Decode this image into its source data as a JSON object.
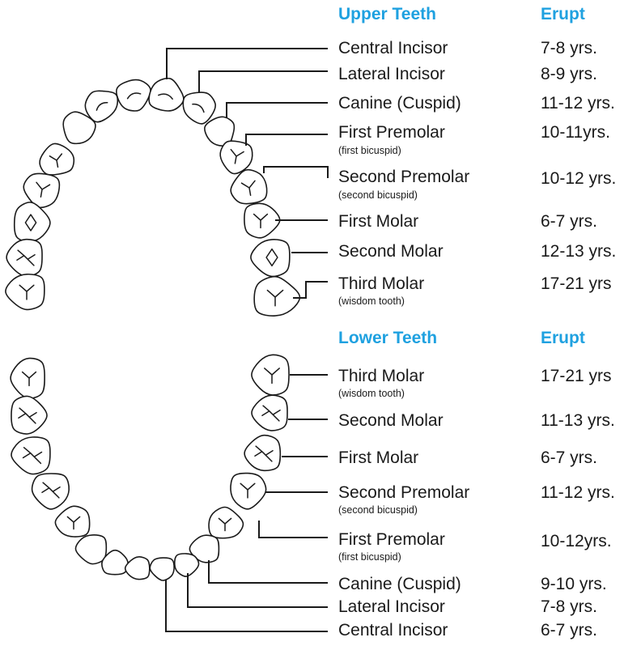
{
  "upper": {
    "heading": "Upper Teeth",
    "erupt_heading": "Erupt",
    "rows": [
      {
        "name": "Central Incisor",
        "note": "",
        "erupt": "7-8 yrs."
      },
      {
        "name": "Lateral Incisor",
        "note": "",
        "erupt": "8-9 yrs."
      },
      {
        "name": "Canine (Cuspid)",
        "note": "",
        "erupt": "11-12 yrs."
      },
      {
        "name": "First Premolar",
        "note": "(first bicuspid)",
        "erupt": "10-11yrs."
      },
      {
        "name": "Second Premolar",
        "note": "(second bicuspid)",
        "erupt": "10-12 yrs."
      },
      {
        "name": "First Molar",
        "note": "",
        "erupt": "6-7 yrs."
      },
      {
        "name": "Second Molar",
        "note": "",
        "erupt": "12-13 yrs."
      },
      {
        "name": "Third Molar",
        "note": "(wisdom tooth)",
        "erupt": "17-21 yrs"
      }
    ]
  },
  "lower": {
    "heading": "Lower Teeth",
    "erupt_heading": "Erupt",
    "rows": [
      {
        "name": "Third Molar",
        "note": "(wisdom tooth)",
        "erupt": "17-21 yrs"
      },
      {
        "name": "Second Molar",
        "note": "",
        "erupt": "11-13 yrs."
      },
      {
        "name": "First Molar",
        "note": "",
        "erupt": "6-7 yrs."
      },
      {
        "name": "Second Premolar",
        "note": "(second bicuspid)",
        "erupt": "11-12 yrs."
      },
      {
        "name": "First Premolar",
        "note": "(first bicuspid)",
        "erupt": "10-12yrs."
      },
      {
        "name": "Canine (Cuspid)",
        "note": "",
        "erupt": "9-10 yrs."
      },
      {
        "name": "Lateral Incisor",
        "note": "",
        "erupt": "7-8 yrs."
      },
      {
        "name": "Central Incisor",
        "note": "",
        "erupt": "6-7 yrs."
      }
    ]
  },
  "colors": {
    "heading": "#1fa1e0",
    "text": "#1a1a1a",
    "line": "#1a1a1a"
  }
}
